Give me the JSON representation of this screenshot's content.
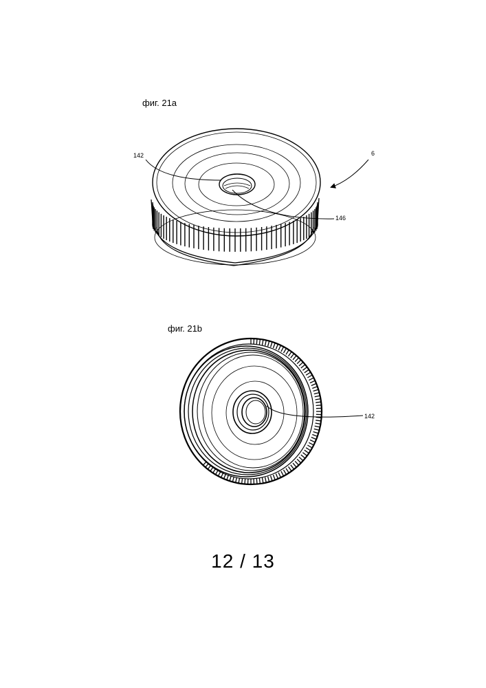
{
  "figures": [
    {
      "label": "фиг. 21a",
      "refs": {
        "a": "142",
        "b": "6",
        "c": "146"
      }
    },
    {
      "label": "фиг. 21b",
      "refs": {
        "a": "142"
      }
    }
  ],
  "page_number": "12 / 13"
}
